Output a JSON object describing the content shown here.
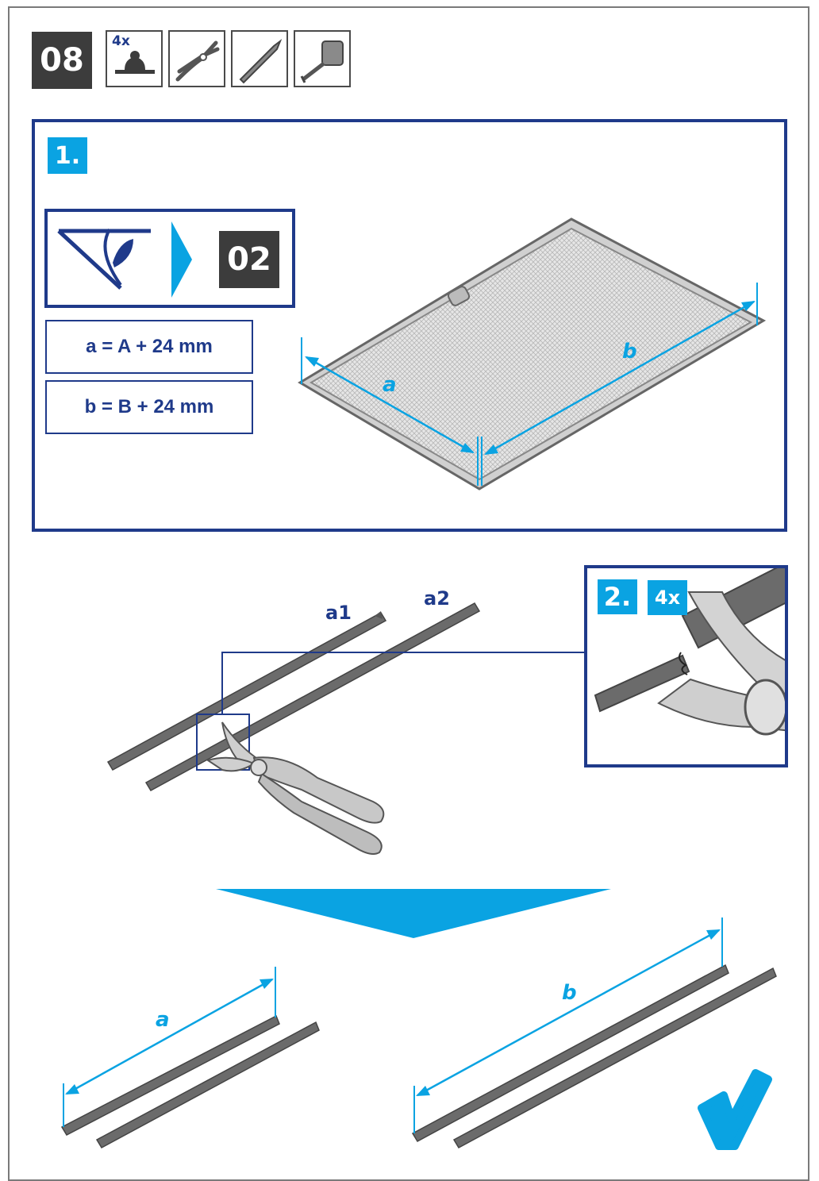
{
  "header": {
    "step_number": "08",
    "tools": [
      {
        "icon": "mounting-clip-icon",
        "quantity": "4x"
      },
      {
        "icon": "pliers-icon"
      },
      {
        "icon": "pencil-icon"
      },
      {
        "icon": "tape-measure-icon"
      }
    ]
  },
  "section1": {
    "number": "1.",
    "reference": {
      "icon": "eye-check-icon",
      "arrow_icon": "chevron-right-icon",
      "step": "02"
    },
    "formulas": [
      "a = A + 24 mm",
      "b = B + 24 mm"
    ],
    "dimension_labels": {
      "a": "a",
      "b": "b"
    }
  },
  "cutting": {
    "profile_labels": [
      "a1",
      "a2"
    ]
  },
  "section2": {
    "number": "2.",
    "quantity": "4x"
  },
  "result": {
    "dimension_labels": {
      "a": "a",
      "b": "b"
    },
    "confirm_icon": "checkmark-icon"
  },
  "colors": {
    "navy": "#1f3a8a",
    "accent_blue": "#0aa3e2",
    "dark_grey": "#3c3c3c",
    "profile_grey": "#6b6b6b"
  }
}
